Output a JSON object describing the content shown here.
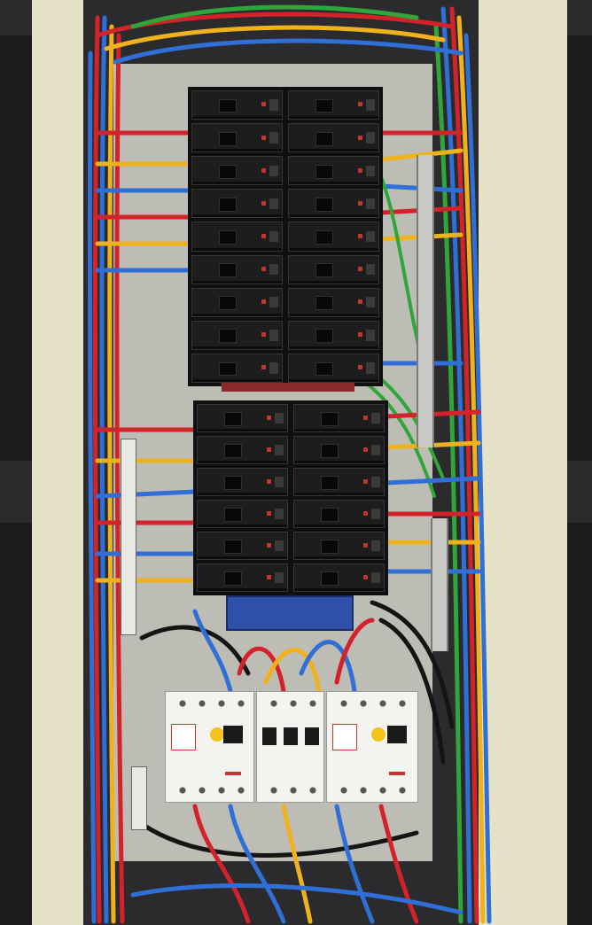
{
  "photo": {
    "subject": "",
    "colors": {
      "wall": "#e6e2c8",
      "cavity": "#2b2b2d",
      "backplate": "#bdbcb5",
      "breaker": "#1d1d1e",
      "wire_red": "#d2232a",
      "wire_blue": "#2f6fd6",
      "wire_yellow": "#f0b21c",
      "wire_green": "#2fa53a",
      "wire_black": "#141414",
      "rcd_body": "#f3f3f0",
      "rcd_button": "#f2c41a"
    },
    "upper_bank": {
      "rows": 9,
      "columns": 2
    },
    "lower_bank": {
      "rows": 6,
      "columns": 2
    },
    "bottom_modules": [
      "rcd-left",
      "mcb-triple",
      "rcd-right"
    ]
  }
}
